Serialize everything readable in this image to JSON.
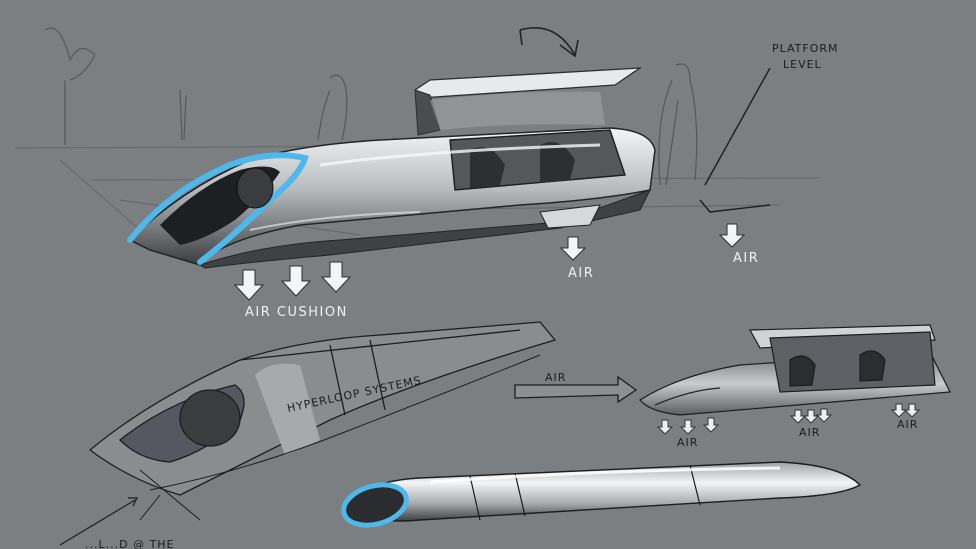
{
  "image": {
    "kind": "concept sketch",
    "subject": "hyperloop-capsule",
    "background": "#7c7f82",
    "accent": "#4fb8ea",
    "ink": "#1c1d1f",
    "highlight": "#f2f3f4"
  },
  "labels": {
    "platform_line1": "PLATFORM",
    "platform_line2": "LEVEL",
    "air_cushion": "AIR CUSHION",
    "air_main_1": "AIR",
    "air_main_2": "AIR",
    "air_flow": "AIR",
    "air_small_1": "AIR",
    "air_small_2": "AIR",
    "air_small_3": "AIR",
    "body_text": "HYPERLOOP SYSTEMS",
    "corner_note": "...L...D @ THE"
  }
}
